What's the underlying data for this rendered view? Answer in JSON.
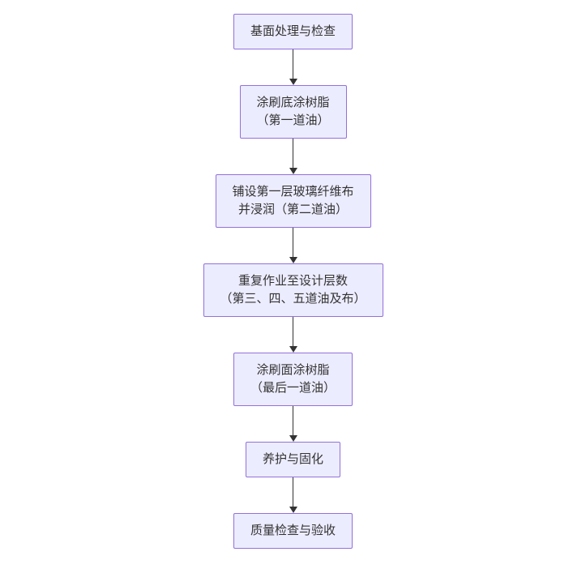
{
  "diagram": {
    "type": "flowchart",
    "direction": "top-down",
    "background_color": "#ffffff",
    "node_fill_color": "#ECECFF",
    "node_border_color": "#9370DB",
    "text_color": "#333333",
    "arrow_color": "#333333",
    "nodes": [
      {
        "id": "1",
        "lines": [
          "基面处理与检查"
        ]
      },
      {
        "id": "2",
        "lines": [
          "涂刷底涂树脂",
          "（第一道油）"
        ]
      },
      {
        "id": "3",
        "lines": [
          "铺设第一层玻璃纤维布",
          "并浸润（第二道油）"
        ]
      },
      {
        "id": "4",
        "lines": [
          "重复作业至设计层数",
          "（第三、四、五道油及布）"
        ]
      },
      {
        "id": "5",
        "lines": [
          "涂刷面涂树脂",
          "（最后一道油）"
        ]
      },
      {
        "id": "6",
        "lines": [
          "养护与固化"
        ]
      },
      {
        "id": "7",
        "lines": [
          "质量检查与验收"
        ]
      }
    ],
    "connections": [
      {
        "from": "1",
        "to": "2"
      },
      {
        "from": "2",
        "to": "3"
      },
      {
        "from": "3",
        "to": "4"
      },
      {
        "from": "4",
        "to": "5"
      },
      {
        "from": "5",
        "to": "6"
      },
      {
        "from": "6",
        "to": "7"
      }
    ]
  }
}
